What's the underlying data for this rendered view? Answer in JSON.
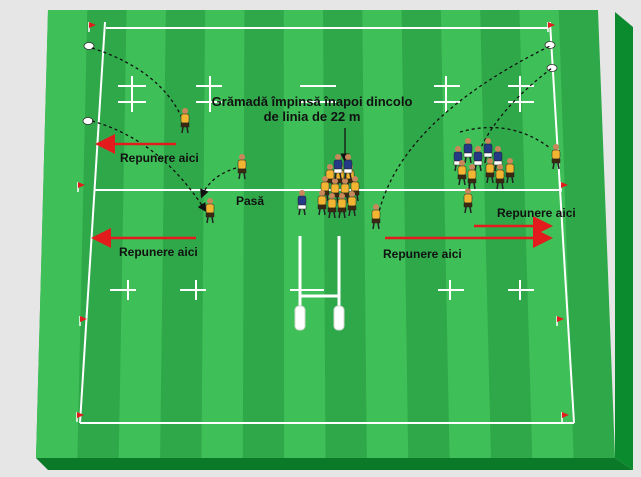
{
  "diagram": {
    "title_line1": "Grămadă împinsă înapoi dincolo",
    "title_line2": "de linia de 22 m",
    "labels": {
      "restart_top_left": "Repunere aici",
      "restart_mid_left": "Repunere aici",
      "restart_mid_right": "Repunere aici",
      "restart_right": "Repunere aici",
      "pass": "Pasă"
    }
  },
  "colors": {
    "pitch_light": "#3fbf57",
    "pitch_dark": "#2fa84a",
    "pitch_edge": "#0b8a2e",
    "line": "#ffffff",
    "arrow": "#e21c1c",
    "flag": "#e21c1c",
    "player_gold": "#f2b531",
    "player_navy": "#253a86"
  }
}
